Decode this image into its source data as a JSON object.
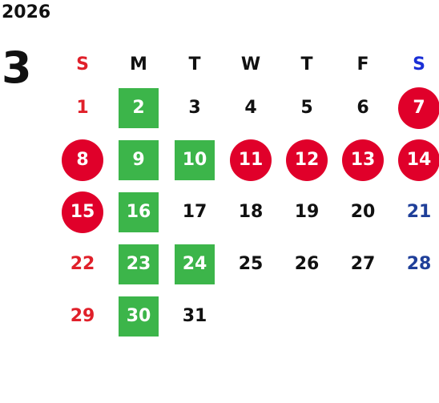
{
  "year": "2026",
  "month": "3",
  "weekdays": [
    {
      "label": "S",
      "color": "#e0202a"
    },
    {
      "label": "M",
      "color": "#111111"
    },
    {
      "label": "T",
      "color": "#111111"
    },
    {
      "label": "W",
      "color": "#111111"
    },
    {
      "label": "T",
      "color": "#111111"
    },
    {
      "label": "F",
      "color": "#111111"
    },
    {
      "label": "S",
      "color": "#1a2fd6"
    }
  ],
  "colors": {
    "green": "#3cb54a",
    "red": "#e0002a",
    "sunday": "#e0202a",
    "saturday": "#1f3f99"
  },
  "weeks": [
    [
      {
        "d": "1",
        "s": "sun"
      },
      {
        "d": "2",
        "s": "green"
      },
      {
        "d": "3",
        "s": ""
      },
      {
        "d": "4",
        "s": ""
      },
      {
        "d": "5",
        "s": ""
      },
      {
        "d": "6",
        "s": ""
      },
      {
        "d": "7",
        "s": "red"
      }
    ],
    [
      {
        "d": "8",
        "s": "red"
      },
      {
        "d": "9",
        "s": "green"
      },
      {
        "d": "10",
        "s": "green"
      },
      {
        "d": "11",
        "s": "red"
      },
      {
        "d": "12",
        "s": "red"
      },
      {
        "d": "13",
        "s": "red"
      },
      {
        "d": "14",
        "s": "red"
      }
    ],
    [
      {
        "d": "15",
        "s": "red"
      },
      {
        "d": "16",
        "s": "green"
      },
      {
        "d": "17",
        "s": ""
      },
      {
        "d": "18",
        "s": ""
      },
      {
        "d": "19",
        "s": ""
      },
      {
        "d": "20",
        "s": ""
      },
      {
        "d": "21",
        "s": "sat"
      }
    ],
    [
      {
        "d": "22",
        "s": "sun"
      },
      {
        "d": "23",
        "s": "green"
      },
      {
        "d": "24",
        "s": "green"
      },
      {
        "d": "25",
        "s": ""
      },
      {
        "d": "26",
        "s": ""
      },
      {
        "d": "27",
        "s": ""
      },
      {
        "d": "28",
        "s": "sat"
      }
    ],
    [
      {
        "d": "29",
        "s": "sun"
      },
      {
        "d": "30",
        "s": "green"
      },
      {
        "d": "31",
        "s": ""
      },
      {
        "d": "",
        "s": "empty"
      },
      {
        "d": "",
        "s": "empty"
      },
      {
        "d": "",
        "s": "empty"
      },
      {
        "d": "",
        "s": "empty"
      }
    ]
  ]
}
